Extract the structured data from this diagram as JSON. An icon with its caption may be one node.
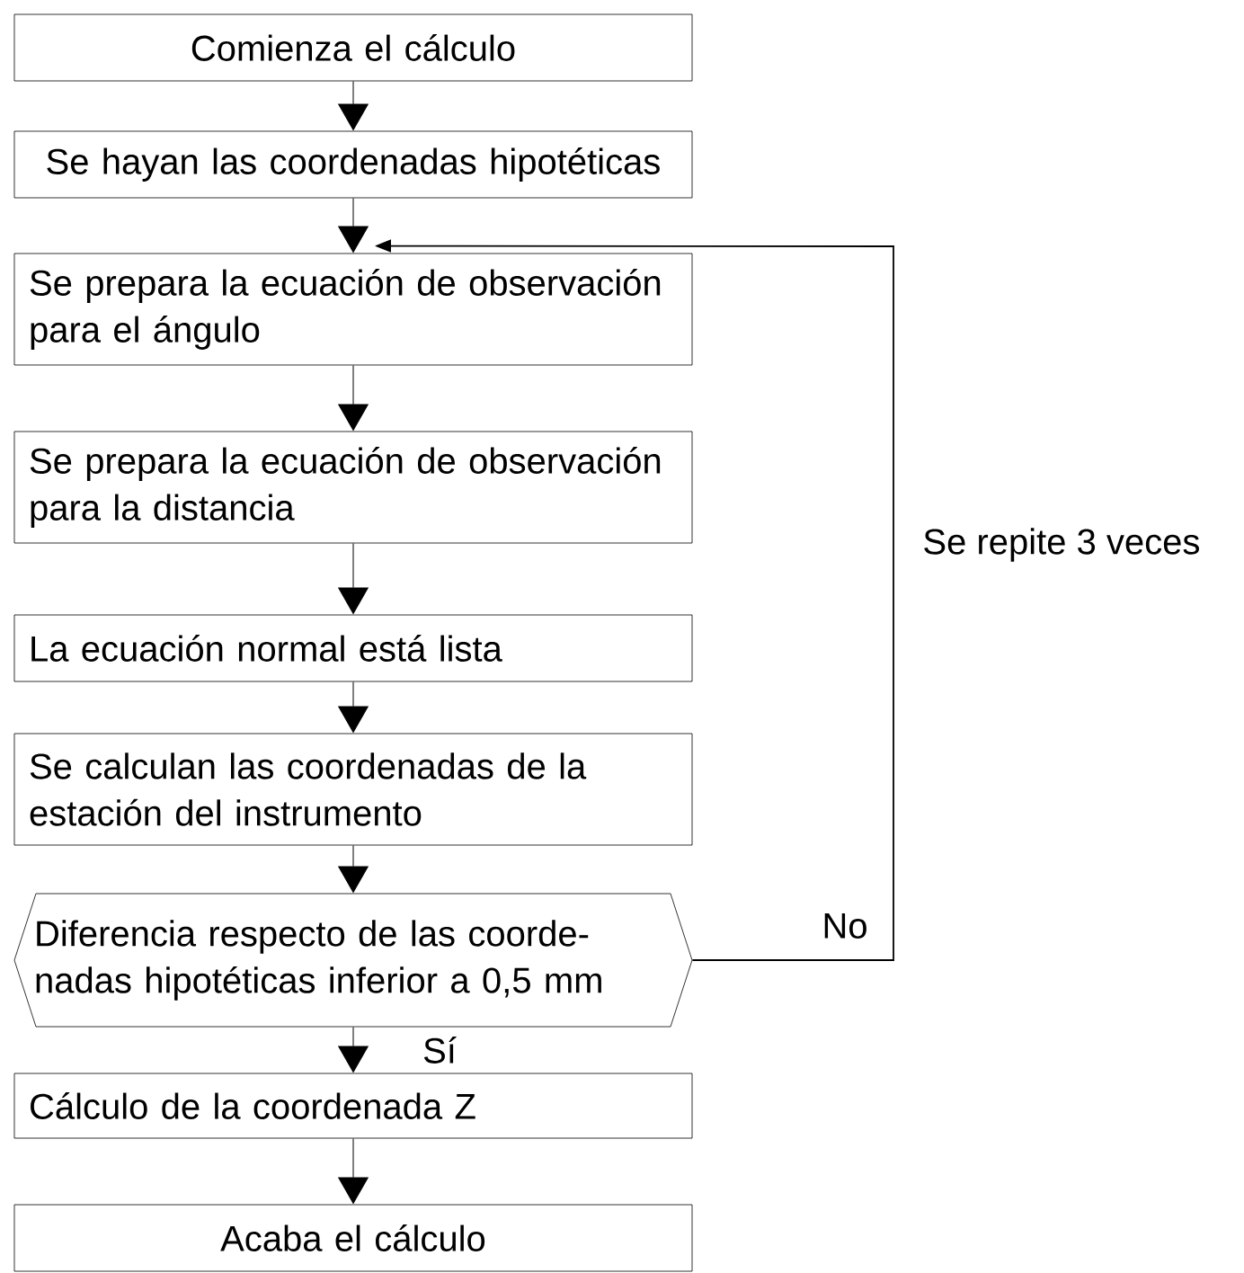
{
  "diagram": {
    "nodes": [
      {
        "text": [
          "Comienza el cálculo"
        ]
      },
      {
        "text": [
          "Se hayan las coordenadas hipotéticas"
        ]
      },
      {
        "text": [
          "Se prepara la ecuación de observación para el ángulo"
        ]
      },
      {
        "text": [
          "Se prepara la ecuación de observación para la distancia"
        ]
      },
      {
        "text": [
          "La ecuación normal está lista"
        ]
      },
      {
        "text": [
          "Se calculan las coordenadas de la estación del instrumento"
        ]
      },
      {
        "text": [
          "Diferencia respecto de las coorde- nadas hipotéticas inferior a 0,5 mm"
        ]
      },
      {
        "text": [
          "Cálculo de la coordenada Z"
        ]
      },
      {
        "text": [
          "Acaba el cálculo"
        ]
      }
    ],
    "edges": [
      {
        "from": 0,
        "to": 1,
        "arrow": "to"
      },
      {
        "from": 1,
        "to": 2,
        "arrow": "to"
      },
      {
        "from": 2,
        "to": 3,
        "arrow": "to"
      },
      {
        "from": 3,
        "to": 4,
        "arrow": "to"
      },
      {
        "from": 4,
        "to": 5,
        "arrow": "to"
      },
      {
        "from": 5,
        "to": 6,
        "arrow": "to"
      },
      {
        "from": 6,
        "to": 7,
        "arrow": "to",
        "label": "Sí"
      },
      {
        "from": 7,
        "to": 8,
        "arrow": "to"
      },
      {
        "from": 6,
        "to": 2,
        "arrow": "to",
        "label": "No"
      }
    ],
    "labels": [
      "Se repite 3 veces"
    ]
  }
}
